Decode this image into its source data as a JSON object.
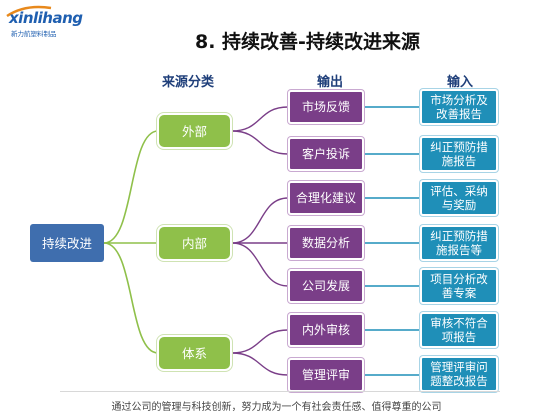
{
  "logo": {
    "wordmark": "xinlihang",
    "subtitle": "新力航塑料制品"
  },
  "title": "8. 持续改善-持续改进来源",
  "headers": {
    "source": "来源分类",
    "output": "输出",
    "input": "输入"
  },
  "root": "持续改进",
  "sources": [
    "外部",
    "内部",
    "体系"
  ],
  "outputs": [
    "市场反馈",
    "客户投诉",
    "合理化建议",
    "数据分析",
    "公司发展",
    "内外审核",
    "管理评审"
  ],
  "inputs": [
    [
      "市场分析及",
      "改善报告"
    ],
    [
      "纠正预防措",
      "施报告"
    ],
    [
      "评估、采纳",
      "与奖励"
    ],
    [
      "纠正预防措",
      "施报告等"
    ],
    [
      "项目分析改",
      "善专案"
    ],
    [
      "审核不符合",
      "项报告"
    ],
    [
      "管理评审问",
      "题整改报告"
    ]
  ],
  "footer": "通过公司的管理与科技创新，努力成为一个有社会责任感、值得尊重的公司",
  "colors": {
    "root": "#3f6eae",
    "source": "#8fc04a",
    "output": "#7a3e88",
    "input": "#1f8fb8",
    "title_heads": "#1f3f7a"
  }
}
